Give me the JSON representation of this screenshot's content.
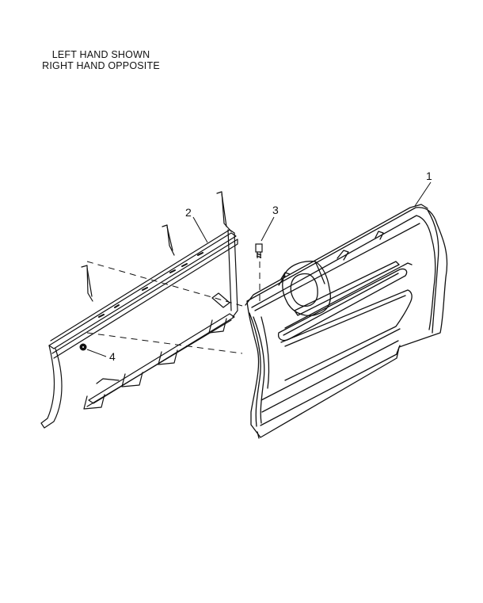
{
  "note": {
    "line1": "LEFT HAND SHOWN",
    "line2": "RIGHT HAND OPPOSITE"
  },
  "callouts": {
    "c1": "1",
    "c2": "2",
    "c3": "3",
    "c4": "4"
  },
  "colors": {
    "line": "#111111",
    "background": "#ffffff"
  }
}
